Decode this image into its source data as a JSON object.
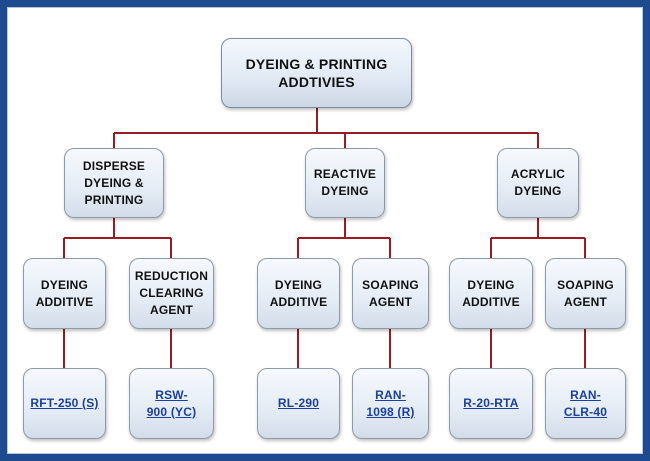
{
  "diagram": {
    "root": {
      "label": "DYEING & PRINTING\nADDTIVIES"
    },
    "categories": [
      {
        "label": "DISPERSE\nDYEING &\nPRINTING",
        "children": [
          {
            "label": "DYEING\nADDITIVE",
            "product": "RFT-250 (S)"
          },
          {
            "label": "REDUCTION\nCLEARING\nAGENT",
            "product": "RSW-\n900 (YC)"
          }
        ]
      },
      {
        "label": "REACTIVE\nDYEING",
        "children": [
          {
            "label": "DYEING\nADDITIVE",
            "product": "RL-290"
          },
          {
            "label": "SOAPING\nAGENT",
            "product": "RAN-\n1098 (R)"
          }
        ]
      },
      {
        "label": "ACRYLIC\nDYEING",
        "children": [
          {
            "label": "DYEING\nADDITIVE",
            "product": "R-20-RTA"
          },
          {
            "label": "SOAPING\nAGENT",
            "product": "RAN-\nCLR-40"
          }
        ]
      }
    ]
  },
  "colors": {
    "connector": "#9b1b24",
    "frame_border": "#1e4b8f",
    "link": "#1a3fa0"
  }
}
